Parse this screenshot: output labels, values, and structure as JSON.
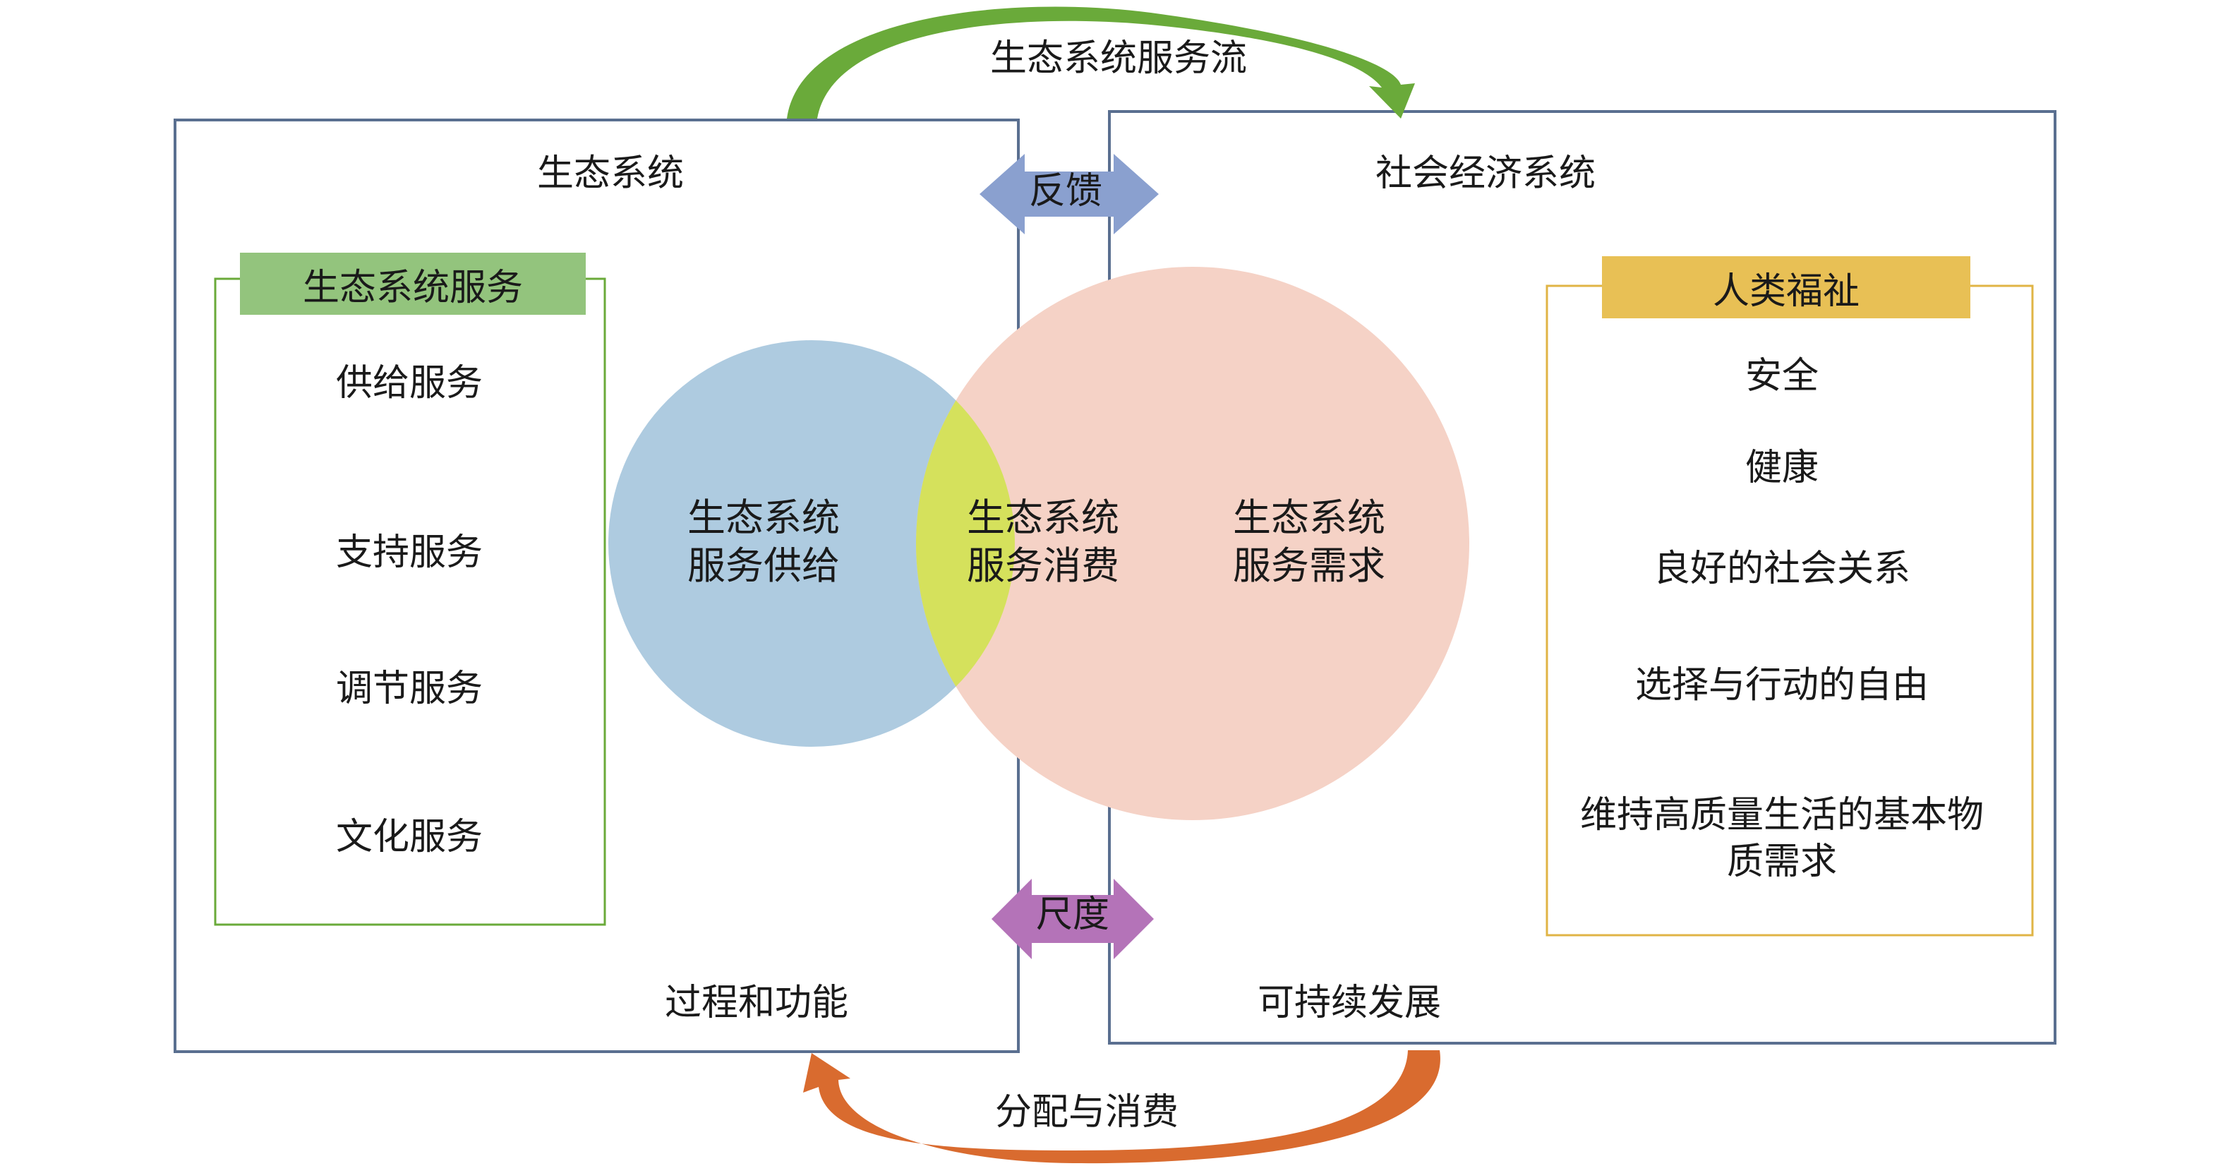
{
  "top_flow": {
    "label": "生态系统服务流",
    "color": "#6aaa3a"
  },
  "bottom_flow": {
    "label": "分配与消费",
    "color": "#d96b2f"
  },
  "feedback_arrow": {
    "label": "反馈",
    "color": "#8aa0cf"
  },
  "scale_arrow": {
    "label": "尺度",
    "color": "#b473b8"
  },
  "ecosystem_box": {
    "title": "生态系统",
    "footer": "过程和功能",
    "services": {
      "header": "生态系统服务",
      "items": [
        "供给服务",
        "支持服务",
        "调节服务",
        "文化服务"
      ],
      "color": "#93c47d"
    }
  },
  "socio_box": {
    "title": "社会经济系统",
    "footer": "可持续发展",
    "wellbeing": {
      "header": "人类福祉",
      "items": [
        "安全",
        "健康",
        "良好的社会关系",
        "选择与行动的自由",
        "维持高质量生活的基本物质需求"
      ],
      "color": "#e8c055"
    }
  },
  "venn": {
    "supply": {
      "line1": "生态系统",
      "line2": "服务供给",
      "color": "#aecbe0"
    },
    "consumption": {
      "line1": "生态系统",
      "line2": "服务消费",
      "color": "#d5e15c"
    },
    "demand": {
      "line1": "生态系统",
      "line2": "服务需求",
      "color": "#f5d2c6"
    }
  }
}
